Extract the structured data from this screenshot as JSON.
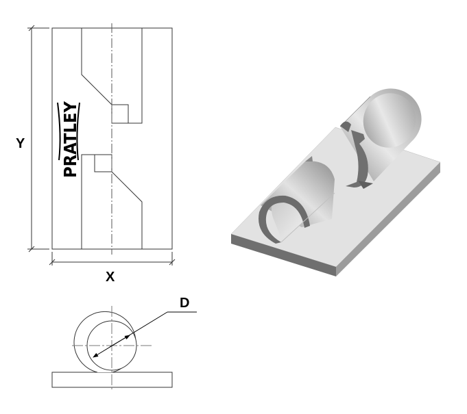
{
  "drawing": {
    "title": "Pratley cable clamp technical drawing",
    "brand_logo": "PRATLEY",
    "dimensions": {
      "width_label": "X",
      "height_label": "Y",
      "diameter_label": "D"
    },
    "views": [
      {
        "name": "top-view",
        "description": "Plan view with offset half-tube cutouts"
      },
      {
        "name": "end-view",
        "description": "End view showing tube diameter D on base plate"
      },
      {
        "name": "isometric-view",
        "description": "3D shaded isometric of base plate with split tube"
      }
    ],
    "colors": {
      "line": "#333333",
      "centerline": "#666666",
      "plate_top": "#e0e0e0",
      "plate_side": "#6e6e6e",
      "plate_front": "#9a9a9a",
      "tube_light": "#e6e6e6",
      "tube_dark": "#8a8a8a"
    }
  }
}
